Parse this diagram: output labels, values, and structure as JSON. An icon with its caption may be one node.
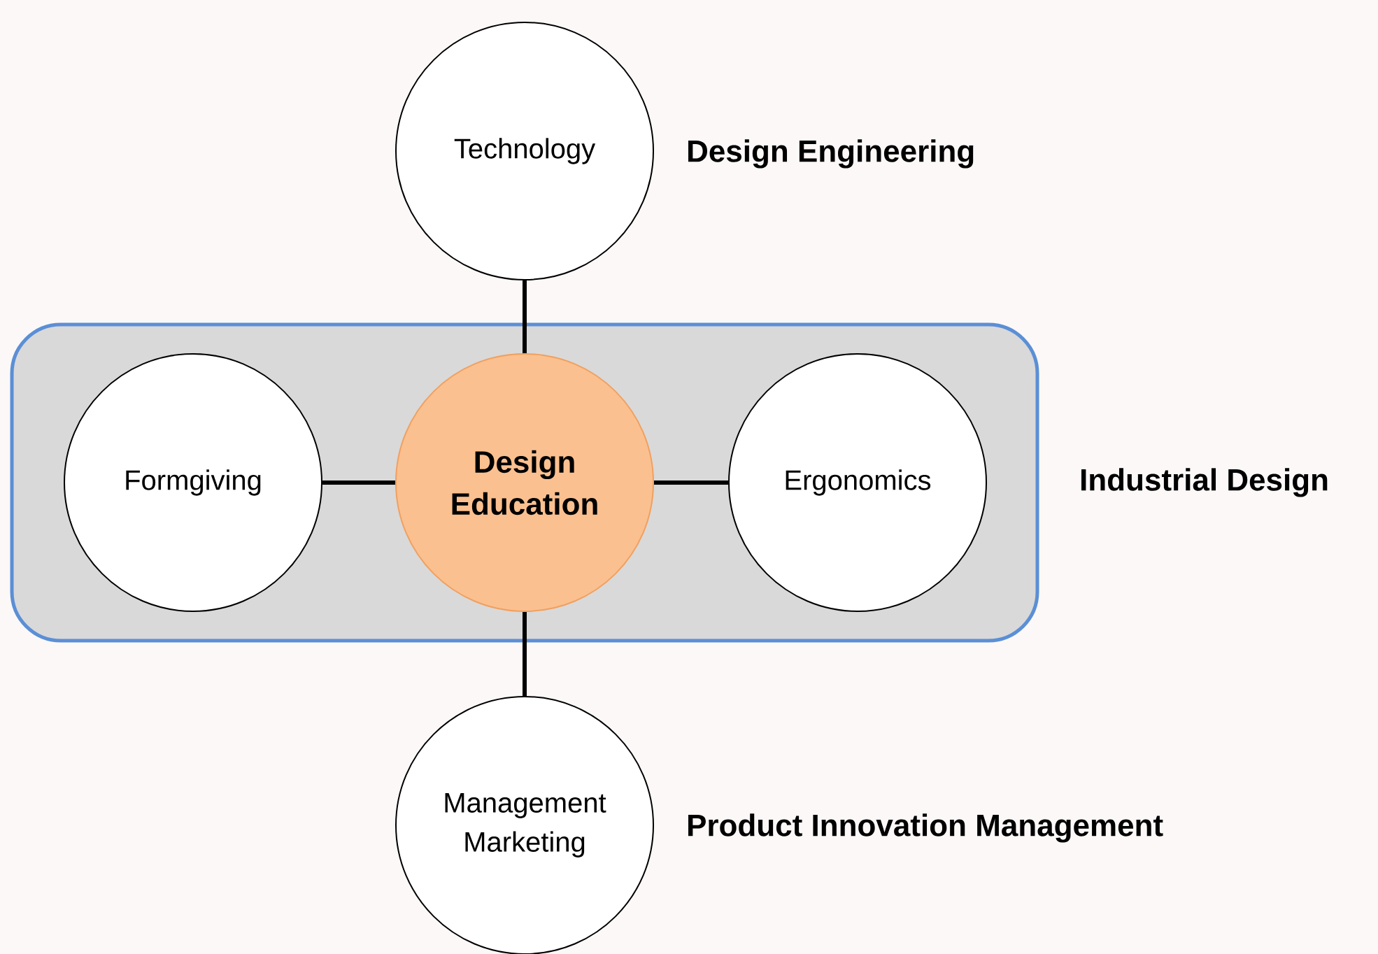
{
  "diagram": {
    "nodes": [
      {
        "text": [
          "Technology"
        ],
        "beside": [
          "Design Engineering"
        ]
      },
      {
        "text": [
          "Industrial Design"
        ]
      },
      {
        "text": [
          "Formgiving"
        ],
        "in": 1
      },
      {
        "text": [
          "Design Education"
        ],
        "in": 1
      },
      {
        "text": [
          "Ergonomics"
        ],
        "in": 1
      },
      {
        "text": [
          "Management Marketing"
        ],
        "beside": [
          "Product Innovation Management"
        ]
      }
    ],
    "edges": [
      {
        "from": 0,
        "to": 3,
        "arrow": "none"
      },
      {
        "from": 2,
        "to": 3,
        "arrow": "none"
      },
      {
        "from": 3,
        "to": 4,
        "arrow": "none"
      },
      {
        "from": 3,
        "to": 5,
        "arrow": "none"
      }
    ]
  }
}
